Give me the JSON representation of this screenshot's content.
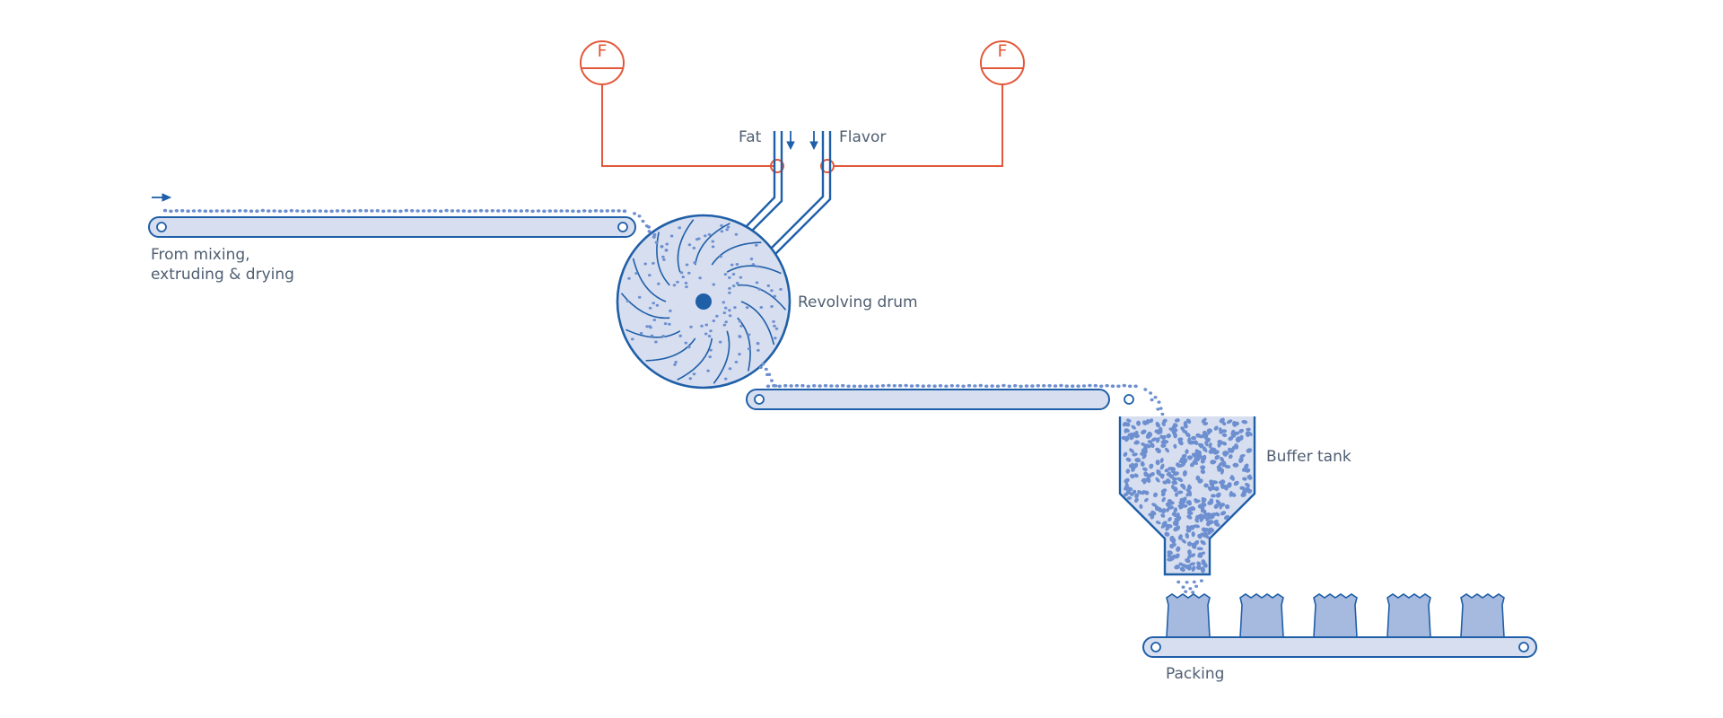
{
  "labels": {
    "fat": "Fat",
    "flavor": "Flavor",
    "from_mixing_line1": "From mixing,",
    "from_mixing_line2": "extruding & drying",
    "revolving_drum": "Revolving drum",
    "buffer_tank": "Buffer tank",
    "packing": "Packing",
    "flow_meter_left": "F",
    "flow_meter_right": "F"
  },
  "colors": {
    "blue_line": "#1f5fa8",
    "blue_fill": "#d6deef",
    "dot": "#6d8fd0",
    "bag": "#a6b9df",
    "control": "#e2583a",
    "text": "#4f5e72"
  },
  "packing_bag_count": 5,
  "icons": {
    "flow_direction": "arrow-right-icon",
    "fat_flow": "arrow-down-icon",
    "flavor_flow": "arrow-down-icon"
  }
}
